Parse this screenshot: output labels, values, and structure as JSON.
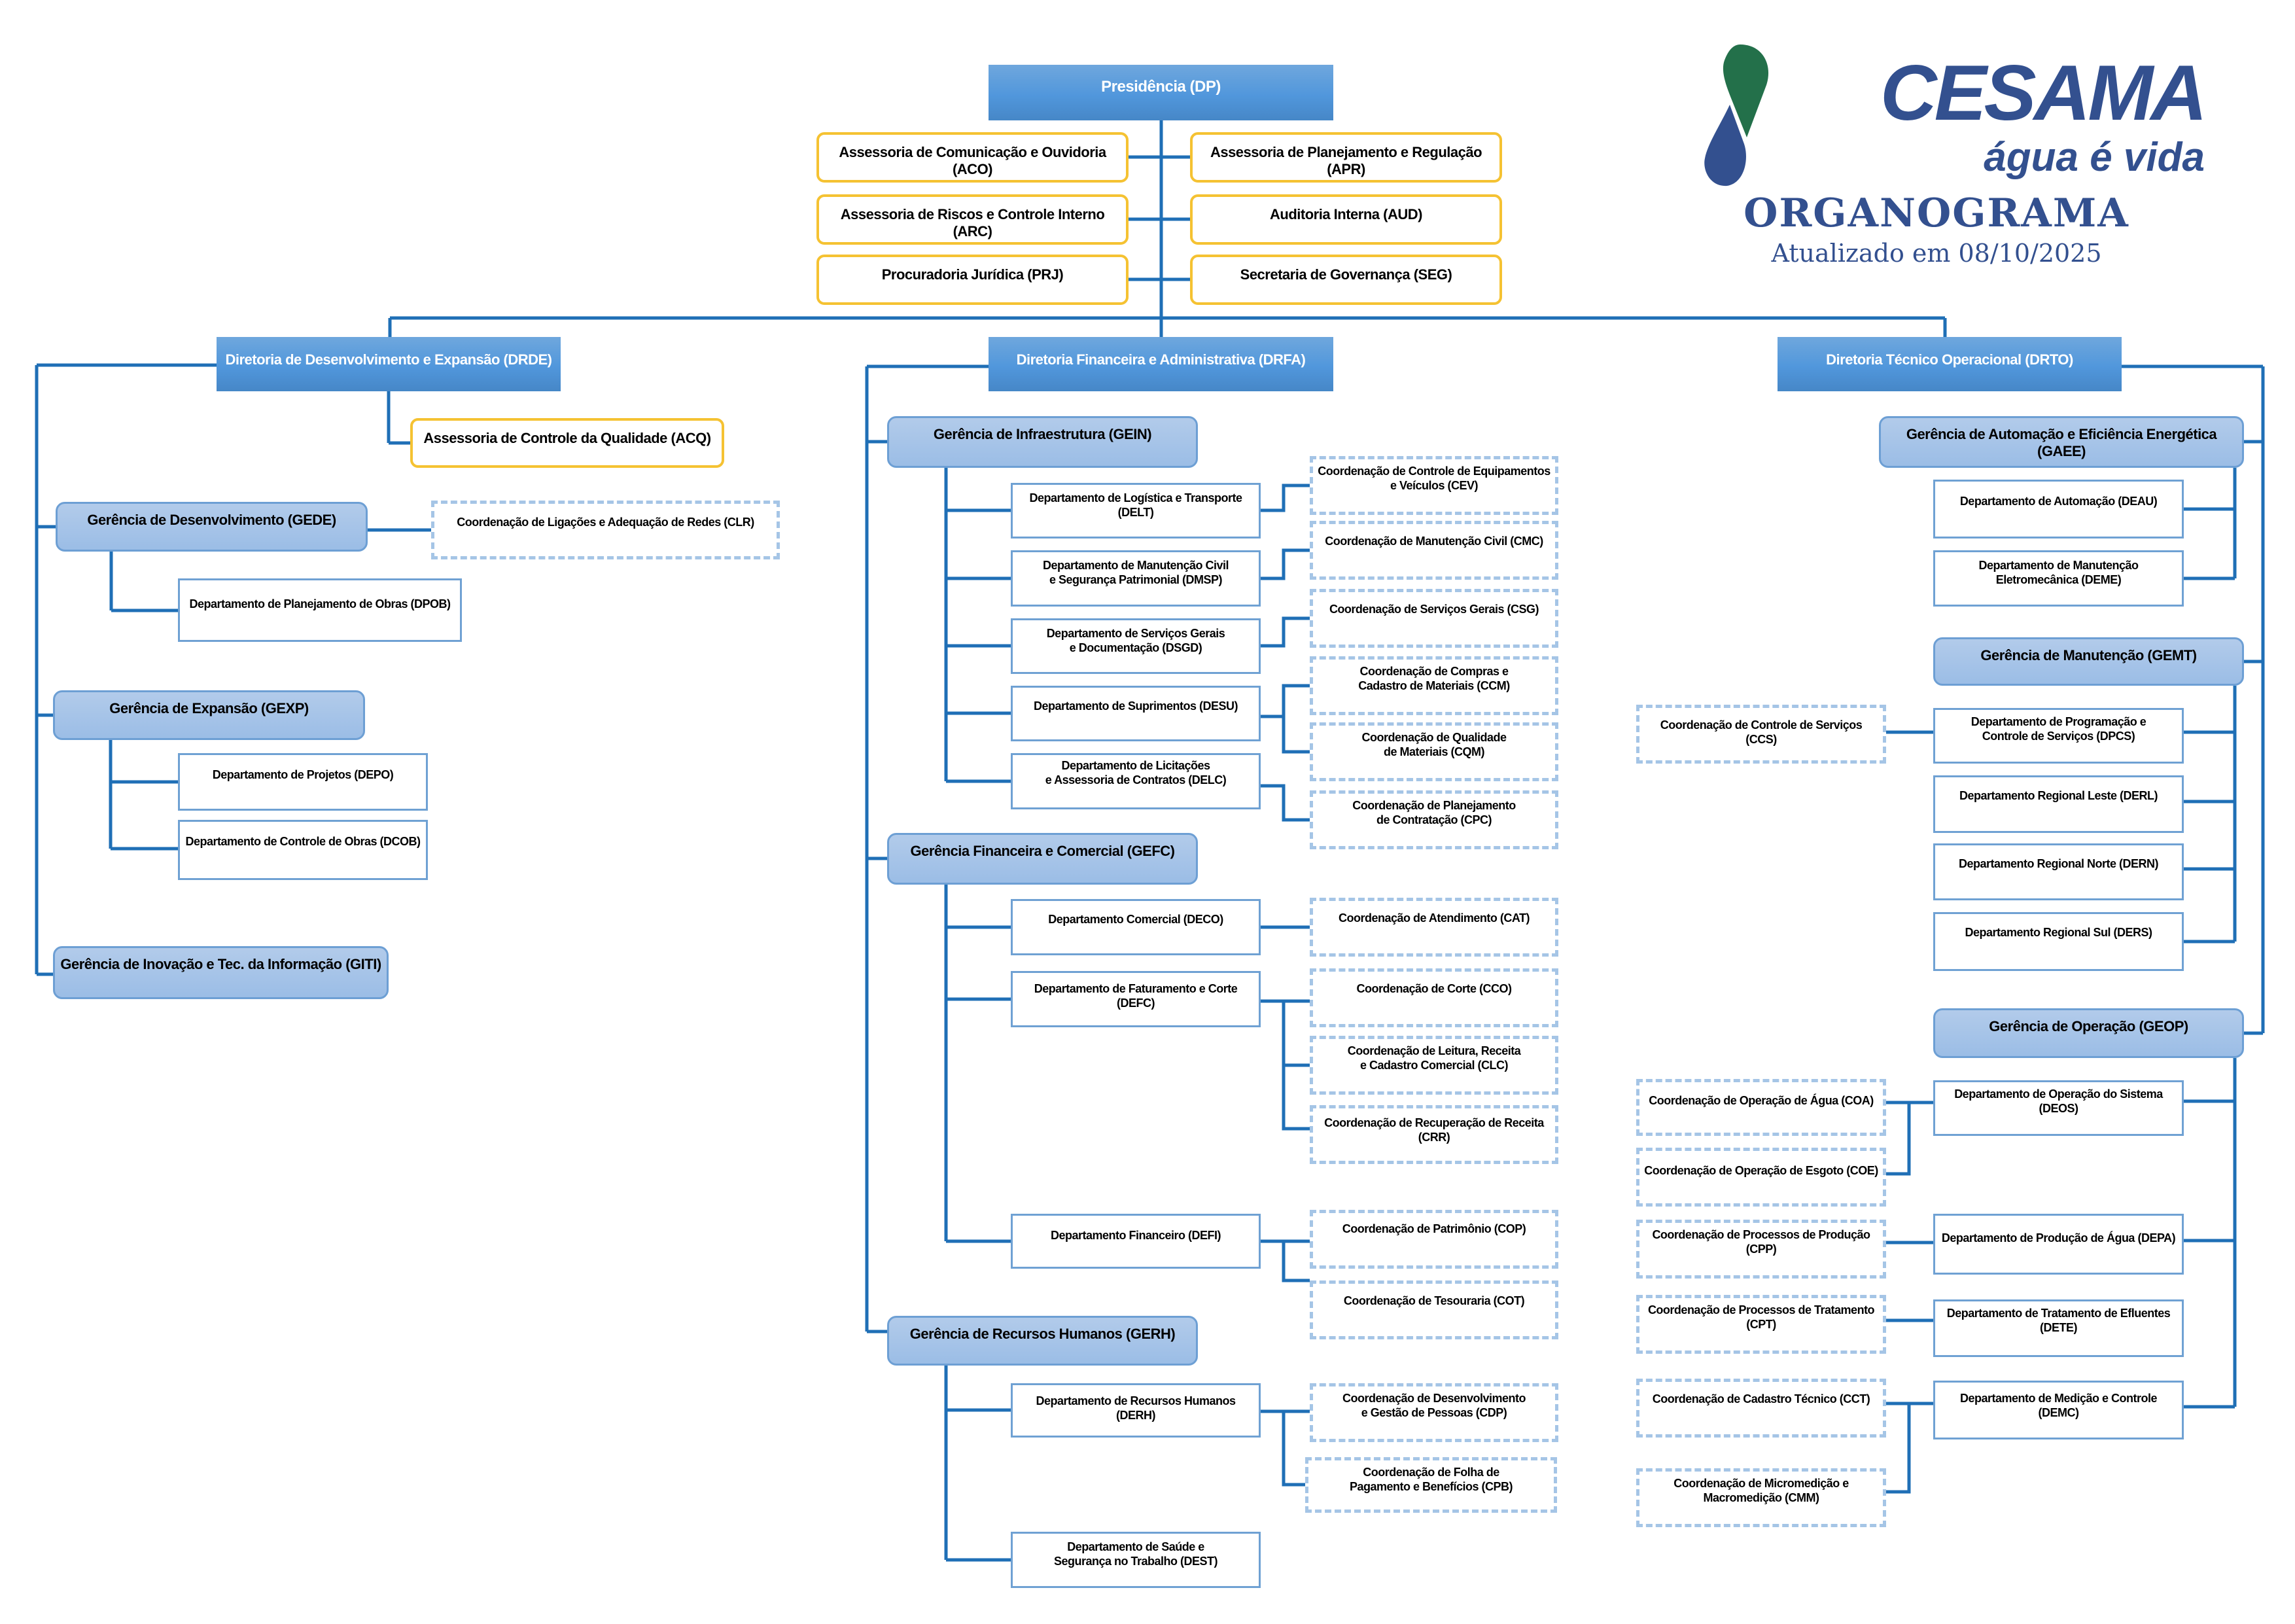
{
  "header": {
    "brand": "CESAMA",
    "tagline": "água é vida",
    "title": "ORGANOGRAMA",
    "updated": "Atualizado em 08/10/2025",
    "colors": {
      "brand_blue": "#33508f",
      "drop_green": "#23704a",
      "line_blue": "#1f6fb6",
      "assessoria_gold": "#f5c232"
    },
    "logo_icon": "water-drop-icon"
  },
  "presidencia": {
    "label": "Presidência (DP)",
    "assessorias": [
      "Assessoria de Comunicação e Ouvidoria (ACO)",
      "Assessoria de Planejamento e Regulação (APR)",
      "Assessoria de Riscos e Controle Interno (ARC)",
      "Auditoria Interna (AUD)",
      "Procuradoria Jurídica (PRJ)",
      "Secretaria de Governança (SEG)"
    ]
  },
  "drde": {
    "label": "Diretoria de Desenvolvimento e Expansão (DRDE)",
    "acq": "Assessoria de Controle da Qualidade (ACQ)",
    "gede": "Gerência de Desenvolvimento (GEDE)",
    "clr": "Coordenação de Ligações e Adequação de Redes (CLR)",
    "dpob": "Departamento de Planejamento de Obras (DPOB)",
    "gexp": "Gerência de Expansão (GEXP)",
    "depo": "Departamento de Projetos (DEPO)",
    "dcob": "Departamento de Controle de Obras (DCOB)",
    "giti": "Gerência de Inovação e Tec. da Informação (GITI)"
  },
  "drfa": {
    "label": "Diretoria Financeira e Administrativa (DRFA)",
    "gein": "Gerência de Infraestrutura (GEIN)",
    "delt": [
      "Departamento de Logística e Transporte",
      "(DELT)"
    ],
    "dmsp": [
      "Departamento de Manutenção Civil",
      "e Segurança Patrimonial (DMSP)"
    ],
    "dsgd": [
      "Departamento de Serviços Gerais",
      "e Documentação (DSGD)"
    ],
    "desu": "Departamento de Suprimentos (DESU)",
    "delc": [
      "Departamento de Licitações",
      "e Assessoria de Contratos (DELC)"
    ],
    "cev": [
      "Coordenação de Controle de Equipamentos",
      "e Veículos (CEV)"
    ],
    "cmc": "Coordenação de Manutenção Civil (CMC)",
    "csg": "Coordenação de Serviços Gerais (CSG)",
    "ccm": [
      "Coordenação de Compras e",
      "Cadastro de Materiais (CCM)"
    ],
    "cqm": [
      "Coordenação de Qualidade",
      "de Materiais (CQM)"
    ],
    "cpc": [
      "Coordenação de Planejamento",
      "de Contratação (CPC)"
    ],
    "gefc": "Gerência Financeira e Comercial (GEFC)",
    "deco": "Departamento Comercial (DECO)",
    "defc": "Departamento de Faturamento e Corte (DEFC)",
    "cat": "Coordenação de Atendimento (CAT)",
    "cco": "Coordenação de Corte (CCO)",
    "clc": [
      "Coordenação de Leitura, Receita",
      "e Cadastro Comercial (CLC)"
    ],
    "crr": "Coordenação de Recuperação de Receita (CRR)",
    "defi": "Departamento Financeiro (DEFI)",
    "cop": "Coordenação de Patrimônio (COP)",
    "cot": "Coordenação de Tesouraria (COT)",
    "gerh": "Gerência de Recursos Humanos (GERH)",
    "derh": "Departamento de Recursos Humanos (DERH)",
    "cdp": [
      "Coordenação de Desenvolvimento",
      "e Gestão de Pessoas (CDP)"
    ],
    "cpb": [
      "Coordenação de Folha de",
      "Pagamento e Benefícios (CPB)"
    ],
    "dest": [
      "Departamento de Saúde e",
      "Segurança no Trabalho (DEST)"
    ]
  },
  "drto": {
    "label": "Diretoria Técnico Operacional (DRTO)",
    "gaee": "Gerência de Automação e Eficiência Energética (GAEE)",
    "deau": "Departamento de Automação (DEAU)",
    "deme": [
      "Departamento de Manutenção",
      "Eletromecânica (DEME)"
    ],
    "gemt": "Gerência de Manutenção (GEMT)",
    "dpcs": [
      "Departamento de Programação e",
      "Controle de Serviços (DPCS)"
    ],
    "ccs": "Coordenação de Controle de Serviços (CCS)",
    "derl": "Departamento Regional Leste (DERL)",
    "dern": "Departamento Regional Norte (DERN)",
    "ders": "Departamento Regional Sul (DERS)",
    "geop": "Gerência de Operação (GEOP)",
    "deos": [
      "Departamento de Operação do Sistema",
      "(DEOS)"
    ],
    "depa": "Departamento de Produção de Água (DEPA)",
    "dete": [
      "Departamento de Tratamento de Efluentes",
      "(DETE)"
    ],
    "demc": "Departamento de Medição e Controle (DEMC)",
    "coa": "Coordenação de Operação de Água (COA)",
    "coe": "Coordenação de Operação de Esgoto (COE)",
    "cpp": [
      "Coordenação de Processos de Produção",
      "(CPP)"
    ],
    "cpt": [
      "Coordenação de Processos de Tratamento",
      "(CPT)"
    ],
    "cct": "Coordenação de Cadastro Técnico (CCT)",
    "cmm": [
      "Coordenação de Micromedição e",
      "Macromedição (CMM)"
    ]
  }
}
